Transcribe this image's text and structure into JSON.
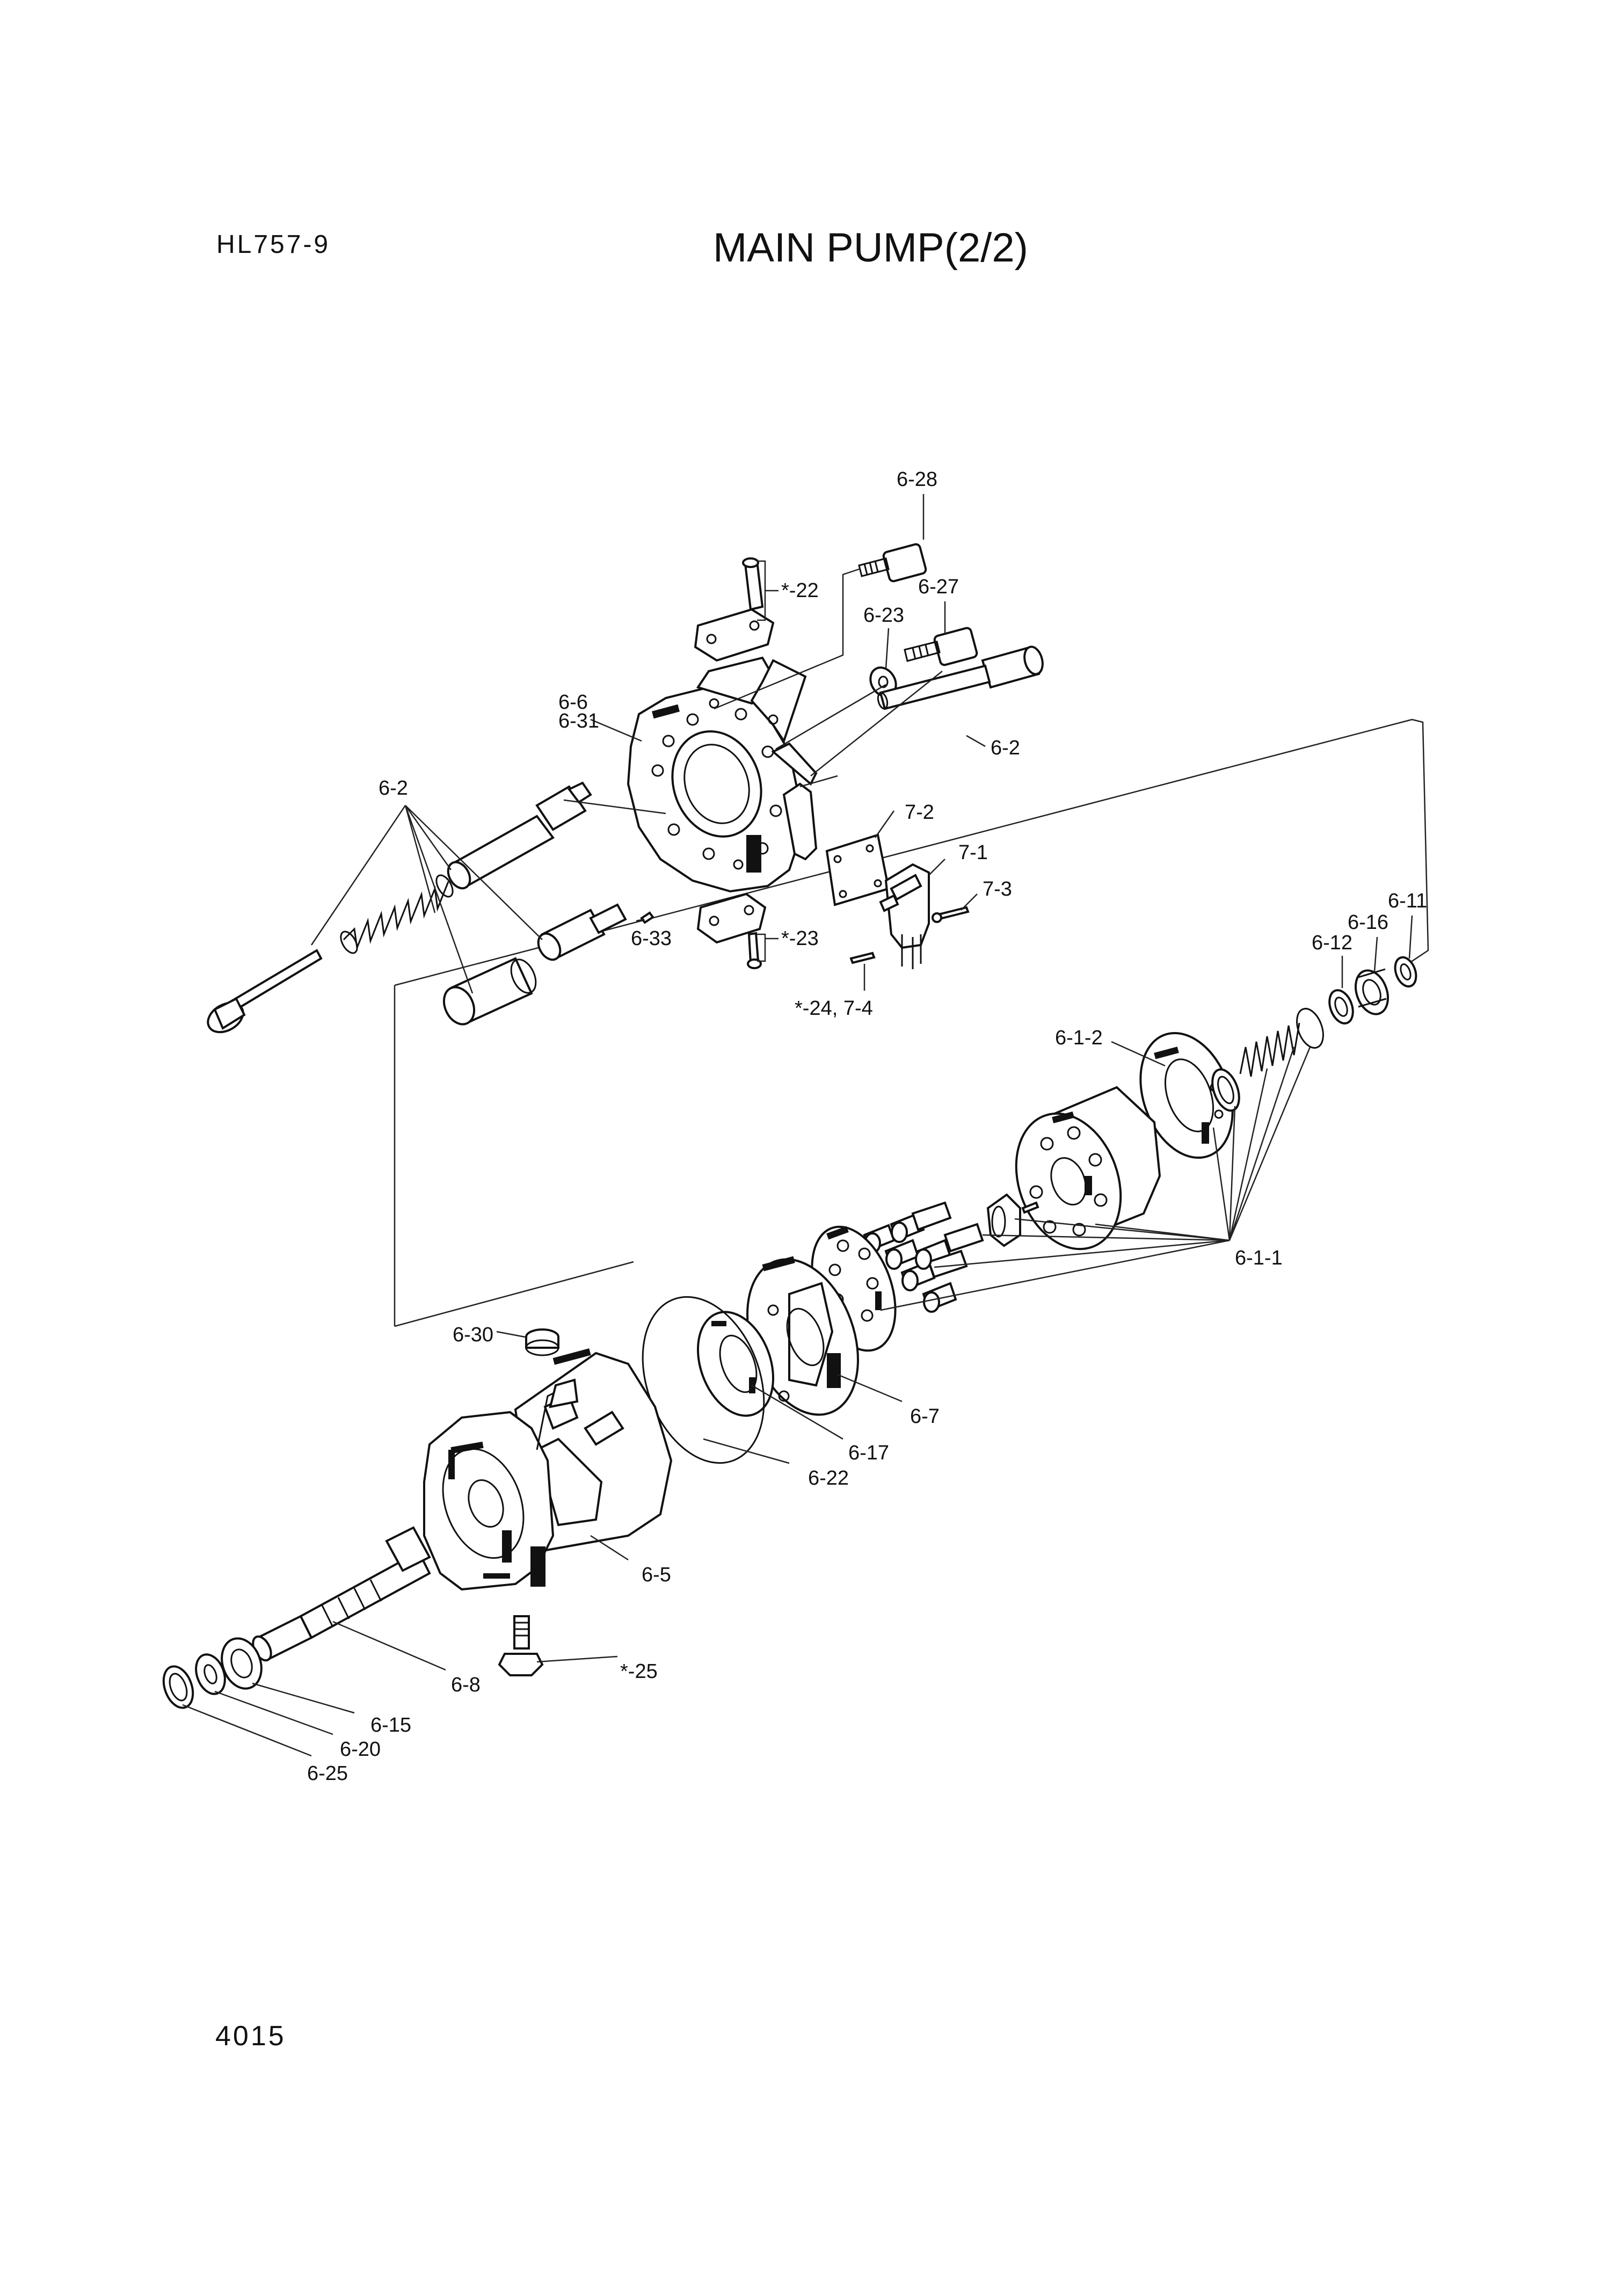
{
  "header": {
    "model": "HL757-9",
    "title": "MAIN PUMP(2/2)"
  },
  "footer": {
    "page_number": "4015"
  },
  "callouts": {
    "c6_28": "6-28",
    "c22": "*-22",
    "c6_27": "6-27",
    "c6_23": "6-23",
    "c6_6": "6-6",
    "c6_31": "6-31",
    "c6_2_right": "6-2",
    "c6_2_left": "6-2",
    "c7_2": "7-2",
    "c7_1": "7-1",
    "c7_3": "7-3",
    "c6_33": "6-33",
    "c23": "*-23",
    "c24_74": "*-24, 7-4",
    "c6_11": "6-11",
    "c6_16": "6-16",
    "c6_12": "6-12",
    "c6_1_2": "6-1-2",
    "c6_1_1": "6-1-1",
    "c6_30": "6-30",
    "c6_7": "6-7",
    "c6_17": "6-17",
    "c6_22": "6-22",
    "c6_5": "6-5",
    "c6_8": "6-8",
    "c25": "*-25",
    "c6_15": "6-15",
    "c6_20": "6-20",
    "c6_25": "6-25"
  }
}
